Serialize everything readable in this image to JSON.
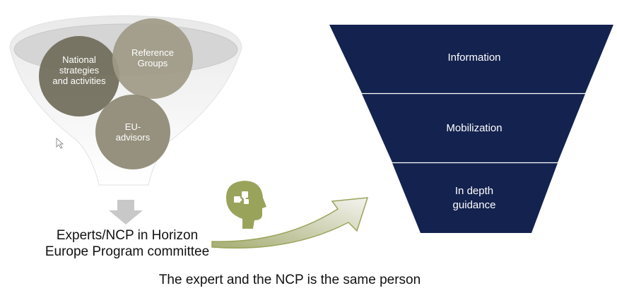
{
  "left_funnel": {
    "circles": [
      {
        "label": "National strategies and activities"
      },
      {
        "label": "Reference Groups"
      },
      {
        "label": "EU-advisors"
      }
    ],
    "output_label_line1": "Experts/NCP in Horizon",
    "output_label_line2": "Europe Program committee"
  },
  "right_funnel": {
    "bands": [
      {
        "label": "Information"
      },
      {
        "label": "Mobilization"
      },
      {
        "label_line1": "In depth",
        "label_line2": "guidance"
      }
    ],
    "color": "#14224f"
  },
  "footer": {
    "caption": "The expert and the NCP is the same person"
  },
  "colors": {
    "circle_dark": "#6f6b59",
    "circle_mid": "#8f8b77",
    "circle_light": "#9e9a86",
    "icon_green": "#9aa35a"
  }
}
